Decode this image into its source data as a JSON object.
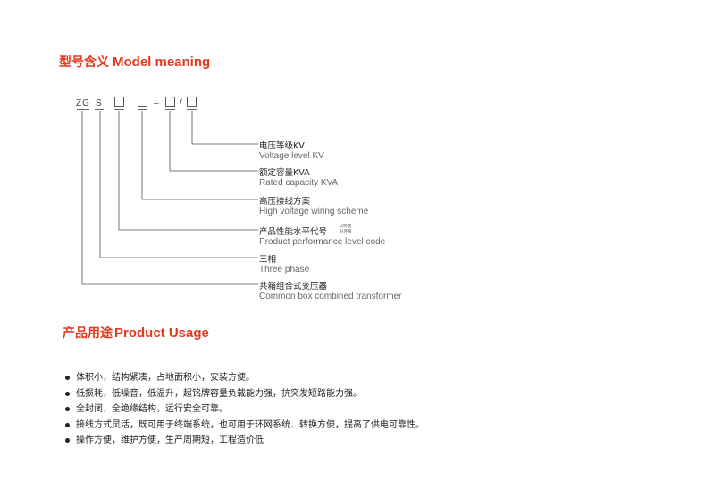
{
  "model_section": {
    "title_cn": "型号含义",
    "title_en": "Model  meaning",
    "code": {
      "seg_zg": "ZG",
      "seg_s": "S",
      "dash": "–",
      "slash": "/"
    },
    "labels": [
      {
        "cn": "电压等级KV",
        "en": "Voltage level KV"
      },
      {
        "cn": "额定容量KVA",
        "en": "Rated capacity KVA"
      },
      {
        "cn": "高压接线方案",
        "en": "High voltage wiring scheme"
      },
      {
        "cn": "产品性能水平代号",
        "en": "Product performance level code",
        "mark_top": "Z终端",
        "mark_bottom": "H环网"
      },
      {
        "cn": "三相",
        "en": "Three phase"
      },
      {
        "cn": "共箱组合式变压器",
        "en": "Common box combined transformer"
      }
    ]
  },
  "usage_section": {
    "title_cn": "产品用途",
    "title_en": "Product Usage",
    "items": [
      "体积小，结构紧凑，占地面积小，安装方便。",
      "低损耗，低噪音，低温升，超铭牌容量负载能力强，抗突发短路能力强。",
      "全封闭，全绝缘结构，运行安全可靠。",
      "接线方式灵活，既可用于终端系统，也可用于环网系统．转换方便，提高了供电可靠性。",
      "操作方便，维护方便，生产周期短，工程造价低"
    ]
  },
  "colors": {
    "accent": "#e23a1e",
    "text": "#222222",
    "subtext": "#666666",
    "line": "#555555"
  }
}
